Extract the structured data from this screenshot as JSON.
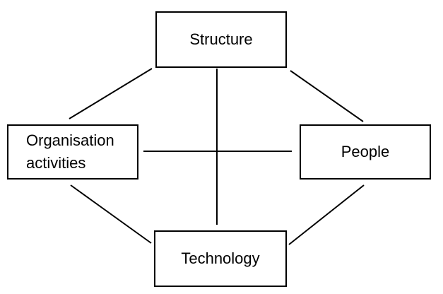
{
  "diagram": {
    "nodes": {
      "structure": {
        "label": "Structure"
      },
      "organisation_activities": {
        "label": "Organisation activities"
      },
      "people": {
        "label": "People"
      },
      "technology": {
        "label": "Technology"
      }
    },
    "connections": [
      [
        "structure",
        "organisation_activities"
      ],
      [
        "structure",
        "people"
      ],
      [
        "structure",
        "technology"
      ],
      [
        "organisation_activities",
        "people"
      ],
      [
        "organisation_activities",
        "technology"
      ],
      [
        "people",
        "technology"
      ]
    ],
    "colors": {
      "line": "#000000",
      "text": "#000000",
      "background": "#ffffff"
    }
  }
}
